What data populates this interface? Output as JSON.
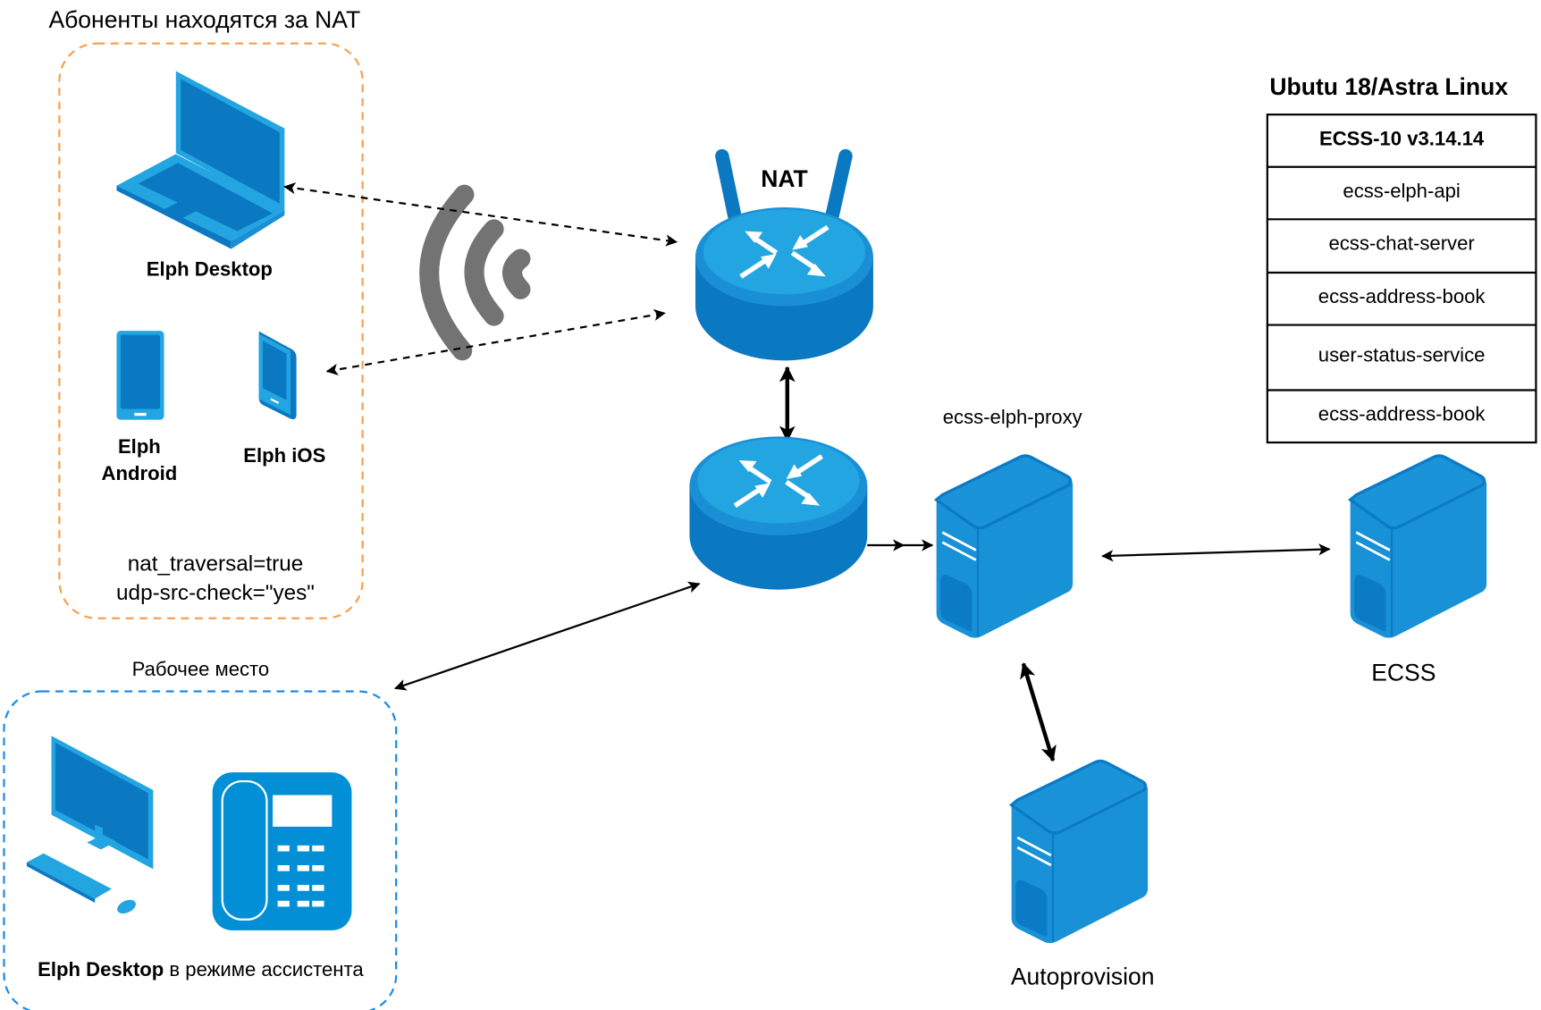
{
  "colors": {
    "device_light": "#22a5e0",
    "device_dark": "#0b78c2",
    "server_main": "#1991d6",
    "server_dark": "#0c7bc6",
    "phone": "#038fd6",
    "wifi": "#737373",
    "nat_group_border": "#f5a04d",
    "workplace_group_border": "#1a8be6",
    "line": "#000000"
  },
  "nat_group": {
    "title": "Абоненты находятся за NAT",
    "devices": {
      "desktop": "Elph Desktop",
      "android_line1": "Elph",
      "android_line2": "Android",
      "ios": "Elph iOS"
    },
    "config_line1": "nat_traversal=true",
    "config_line2": "udp-src-check=\"yes\""
  },
  "workplace_group": {
    "title": "Рабочее место",
    "caption_bold": "Elph Desktop",
    "caption_rest": " в режиме ассистента"
  },
  "nat_router": {
    "label": "NAT"
  },
  "proxy": {
    "label": "ecss-elph-proxy"
  },
  "ecss_server": {
    "label": "ECSS"
  },
  "autoprovision": {
    "label": "Autoprovision"
  },
  "os_stack": {
    "title": "Ubutu 18/Astra Linux",
    "header": "ECSS-10 v3.14.14",
    "services": [
      "ecss-elph-api",
      "ecss-chat-server",
      "ecss-address-book",
      "user-status-service",
      "ecss-address-book"
    ]
  }
}
